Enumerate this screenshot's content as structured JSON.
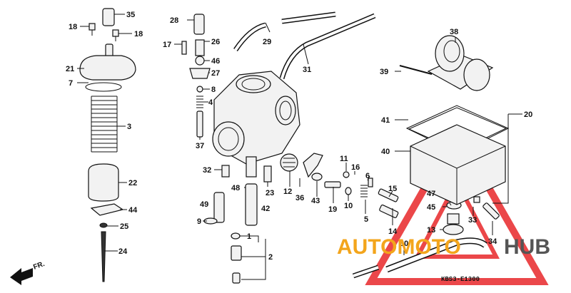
{
  "diagram": {
    "callouts": [
      "35",
      "18",
      "18",
      "21",
      "7",
      "3",
      "22",
      "44",
      "25",
      "24",
      "28",
      "17",
      "26",
      "46",
      "27",
      "8",
      "4",
      "37",
      "32",
      "48",
      "23",
      "12",
      "49",
      "42",
      "9",
      "1",
      "2",
      "29",
      "31",
      "36",
      "43",
      "19",
      "10",
      "5",
      "14",
      "11",
      "16",
      "6",
      "15",
      "47",
      "45",
      "13",
      "33",
      "34",
      "38",
      "39",
      "41",
      "40",
      "20",
      "30"
    ],
    "diagram_code": "KBS3-E1300",
    "direction_label": "FR."
  },
  "watermark": {
    "word_accent": "AUTOMOTO",
    "word_dark": "HUB",
    "accent_color": "#f3a51c",
    "triangle_color": "#e8272a"
  }
}
